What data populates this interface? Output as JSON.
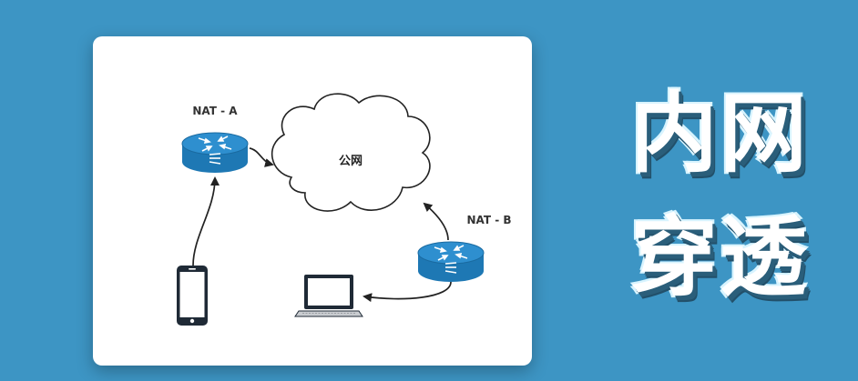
{
  "diagram": {
    "nodes": {
      "nat_a": {
        "label": "NAT - A"
      },
      "nat_b": {
        "label": "NAT - B"
      },
      "cloud": {
        "label": "公网"
      },
      "phone": {
        "label": ""
      },
      "laptop": {
        "label": ""
      }
    },
    "edges": [
      {
        "from": "phone",
        "to": "nat_a"
      },
      {
        "from": "nat_a",
        "to": "cloud"
      },
      {
        "from": "nat_b",
        "to": "cloud"
      },
      {
        "from": "nat_b",
        "to": "laptop"
      }
    ]
  },
  "title": {
    "line1": "内网",
    "line2": "穿透"
  },
  "colors": {
    "background": "#3d95c4",
    "router": "#1e78b4",
    "router_top": "#2e8fcf",
    "device": "#1f2a36",
    "arrow": "#222222"
  }
}
